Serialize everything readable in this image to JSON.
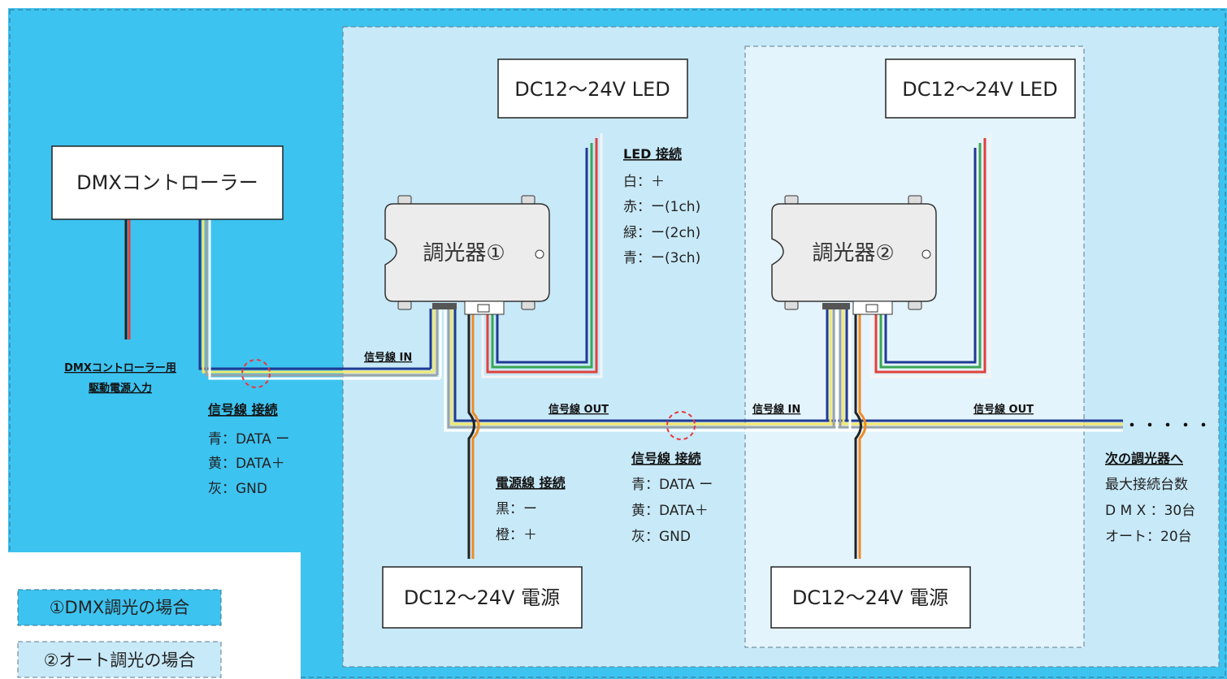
{
  "boxes": {
    "dmx_controller": "DMXコントローラー",
    "led_1": "DC12～24V  LED",
    "led_2": "DC12～24V  LED",
    "power_1": "DC12～24V  電源",
    "power_2": "DC12～24V  電源"
  },
  "dimmers": {
    "dimmer_1": "調光器①",
    "dimmer_2": "調光器②"
  },
  "controller_power": {
    "line1": "DMXコントローラー用",
    "line2": "駆動電源入力"
  },
  "signal_conn_left": {
    "title": "信号線 接続",
    "lines": [
      "青：DATA ー",
      "黄：DATA＋",
      "灰：GND"
    ]
  },
  "signal_conn_mid": {
    "title": "信号線 接続",
    "lines": [
      "青：DATA ー",
      "黄：DATA＋",
      "灰：GND"
    ]
  },
  "led_conn": {
    "title": "LED 接続",
    "lines": [
      "白：＋",
      "赤：ー(1ch)",
      "緑：ー(2ch)",
      "青：ー(3ch)"
    ]
  },
  "power_conn": {
    "title": "電源線 接続",
    "lines": [
      "黒：ー",
      "橙：＋"
    ]
  },
  "wire_labels": {
    "signal_in_1": "信号線 IN",
    "signal_out_1": "信号線 OUT",
    "signal_in_2": "信号線 IN",
    "signal_out_2": "信号線 OUT"
  },
  "next_dimmer": {
    "title": "次の調光器へ",
    "dots": "・・・・・",
    "lines": [
      "最大接続台数",
      "D M X ：30台",
      "オート：20台"
    ]
  },
  "legend": {
    "dmx": "①DMX調光の場合",
    "auto": "②オート調光の場合"
  },
  "colors": {
    "dmx_zone": "#3dc3f0",
    "auto_zone": "#c8e9f8",
    "wire_blue": "#1f3a93",
    "wire_yellow": "#f2e86a",
    "wire_gray": "#9aa3a8",
    "wire_red": "#e0413b",
    "wire_green": "#3aa655",
    "wire_white": "#f4f4f4",
    "wire_black": "#222222",
    "wire_orange": "#f08a24",
    "connection_marker": "#e8383d"
  }
}
